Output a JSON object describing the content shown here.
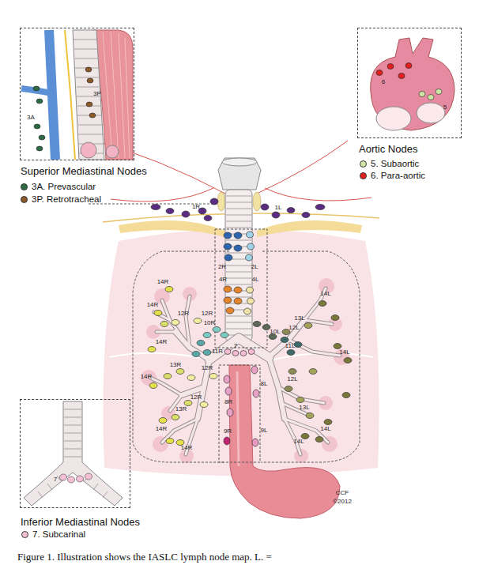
{
  "diagram": {
    "caption": "Figure 1. Illustration shows the IASLC lymph node map. L. =",
    "nodes": [
      {
        "text": [
          "3A",
          "3P",
          "Superior Mediastinal Nodes"
        ]
      },
      {
        "text": [
          "6",
          "5",
          "Aortic Nodes"
        ]
      },
      {
        "text": [
          "7",
          "Inferior Mediastinal Nodes"
        ]
      }
    ],
    "labels": [
      "1R",
      "1L",
      "2R",
      "2L",
      "14R",
      "4R",
      "4L",
      "14L",
      "14R",
      "12R",
      "12R",
      "13L",
      "10R",
      "12L",
      "10L",
      "14R",
      "7",
      "11R",
      "11L",
      "14L",
      "13R",
      "12R",
      "14R",
      "12L",
      "8L",
      "12R",
      "8R",
      "13L",
      "13R",
      "14R",
      "9R",
      "9L",
      "14L",
      "14L",
      "14R",
      "CCF",
      "©2012"
    ],
    "legend": [
      {
        "text": "3A. Prevascular",
        "color": "#2e6b45"
      },
      {
        "text": "3P. Retrotracheal",
        "color": "#8b5a2b"
      },
      {
        "text": "5. Subaortic",
        "color": "#cfe6a6"
      },
      {
        "text": "6. Para-aortic",
        "color": "#e0201e"
      },
      {
        "text": "7. Subcarinal",
        "color": "#f4c0d6"
      }
    ]
  }
}
